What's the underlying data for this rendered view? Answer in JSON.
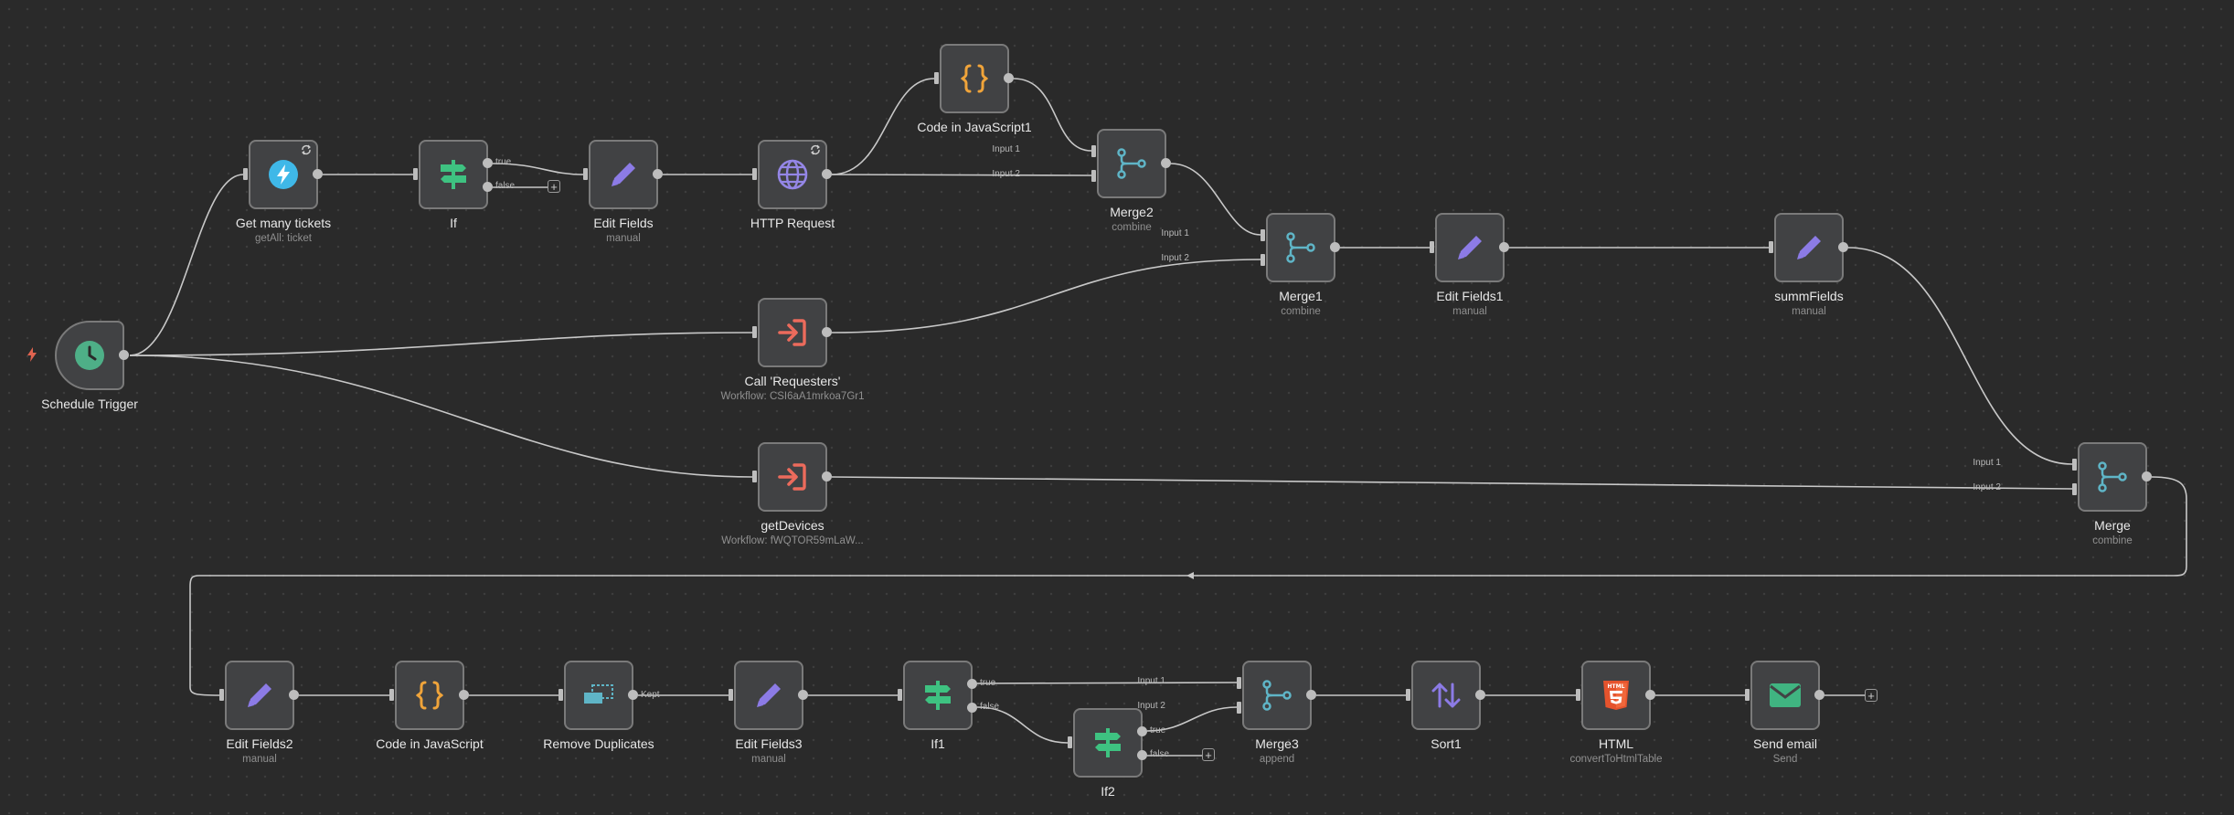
{
  "colors": {
    "background": "#2a2a2a",
    "node_fill": "#414244",
    "node_border": "#7a7a7a",
    "edge": "#c8c8c8",
    "trigger_green": "#4eaf87",
    "hubspot_blue": "#3fb8e8",
    "if_green": "#3ec281",
    "pencil_purple": "#8c7be6",
    "code_orange": "#f0a43a",
    "merge_teal": "#5fb5c7",
    "execute_red": "#ec6b5c",
    "http_purple": "#9486e6",
    "html_orange": "#e5532d",
    "email_green": "#40b481"
  },
  "nodes": {
    "schedule_trigger": {
      "label": "Schedule Trigger",
      "icon": "clock-icon"
    },
    "get_many_tickets": {
      "label": "Get many tickets",
      "sub": "getAll: ticket",
      "icon": "bolt-circle-icon"
    },
    "if": {
      "label": "If",
      "icon": "signpost-icon",
      "out_true": "true",
      "out_false": "false"
    },
    "edit_fields": {
      "label": "Edit Fields",
      "sub": "manual",
      "icon": "pencil-icon"
    },
    "http_request": {
      "label": "HTTP Request",
      "icon": "globe-icon"
    },
    "code_in_js1": {
      "label": "Code in JavaScript1",
      "icon": "braces-icon"
    },
    "merge2": {
      "label": "Merge2",
      "sub": "combine",
      "in1": "Input 1",
      "in2": "Input 2",
      "icon": "merge-icon"
    },
    "call_requesters": {
      "label": "Call 'Requesters'",
      "sub": "Workflow: CSI6aA1mrkoa7Gr1",
      "icon": "sign-in-icon"
    },
    "merge1": {
      "label": "Merge1",
      "sub": "combine",
      "in1": "Input 1",
      "in2": "Input 2",
      "icon": "merge-icon"
    },
    "edit_fields1": {
      "label": "Edit Fields1",
      "sub": "manual",
      "icon": "pencil-icon"
    },
    "summ_fields": {
      "label": "summFields",
      "sub": "manual",
      "icon": "pencil-icon"
    },
    "get_devices": {
      "label": "getDevices",
      "sub": "Workflow: fWQTOR59mLaW...",
      "icon": "sign-in-icon"
    },
    "merge": {
      "label": "Merge",
      "sub": "combine",
      "in1": "Input 1",
      "in2": "Input 2",
      "icon": "merge-icon"
    },
    "edit_fields2": {
      "label": "Edit Fields2",
      "sub": "manual",
      "icon": "pencil-icon"
    },
    "code_in_js": {
      "label": "Code in JavaScript",
      "icon": "braces-icon"
    },
    "remove_duplicates": {
      "label": "Remove Duplicates",
      "out_kept": "Kept",
      "icon": "dedupe-icon"
    },
    "edit_fields3": {
      "label": "Edit Fields3",
      "sub": "manual",
      "icon": "pencil-icon"
    },
    "if1": {
      "label": "If1",
      "icon": "signpost-icon",
      "out_true": "true",
      "out_false": "false"
    },
    "if2": {
      "label": "If2",
      "icon": "signpost-icon",
      "out_true": "true",
      "out_false": "false"
    },
    "merge3": {
      "label": "Merge3",
      "sub": "append",
      "in1": "Input 1",
      "in2": "Input 2",
      "icon": "merge-icon"
    },
    "sort1": {
      "label": "Sort1",
      "icon": "sort-arrows-icon"
    },
    "html": {
      "label": "HTML",
      "sub": "convertToHtmlTable",
      "icon": "html5-icon",
      "logo_text": "HTML"
    },
    "send_email": {
      "label": "Send email",
      "sub": "Send",
      "icon": "envelope-icon"
    }
  },
  "plus_symbol": "+"
}
